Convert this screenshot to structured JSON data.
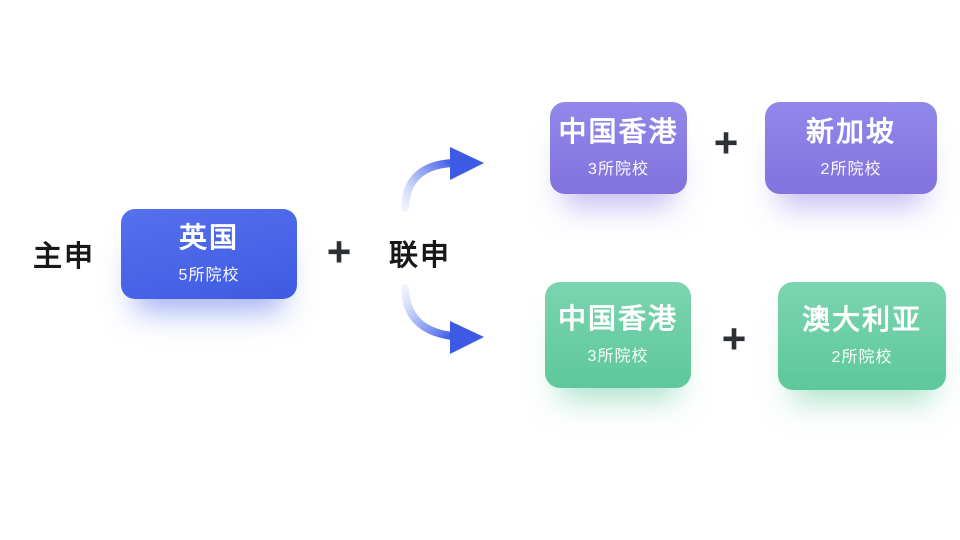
{
  "canvas": {
    "background": "#ffffff"
  },
  "labels": {
    "main_apply": "主申",
    "joint_apply": "联申",
    "plus": "+"
  },
  "main_card": {
    "country": "英国",
    "schools": "5所院校",
    "color": "#4663e8"
  },
  "branches": [
    {
      "theme": "purple",
      "theme_color": "#897ae2",
      "cards": [
        {
          "country": "中国香港",
          "schools": "3所院校"
        },
        {
          "country": "新加坡",
          "schools": "2所院校"
        }
      ]
    },
    {
      "theme": "green",
      "theme_color": "#69cda4",
      "cards": [
        {
          "country": "中国香港",
          "schools": "3所院校"
        },
        {
          "country": "澳大利亚",
          "schools": "2所院校"
        }
      ]
    }
  ],
  "arrow_color": "#3f5de6"
}
